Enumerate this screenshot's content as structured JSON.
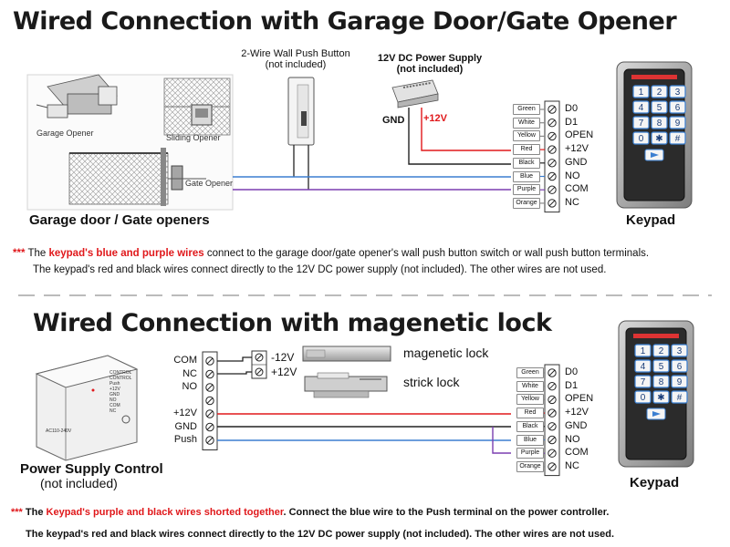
{
  "top": {
    "title": "Wired Connection with Garage Door/Gate Opener",
    "push_button": {
      "line1": "2-Wire Wall Push Button",
      "line2": "(not included)"
    },
    "power_supply": {
      "line1": "12V DC Power Supply",
      "line2": "(not included)"
    },
    "gnd_label": "GND",
    "v12_label": "+12V",
    "garage_opener": "Garage Opener",
    "sliding_opener": "Sliding Opener",
    "gate_opener": "Gate Opener",
    "caption": "Garage door / Gate openers",
    "keypad_caption": "Keypad",
    "wires": [
      "Green",
      "White",
      "Yellow",
      "Red",
      "Black",
      "Blue",
      "Purple",
      "Orange"
    ],
    "terminals": [
      "D0",
      "D1",
      "OPEN",
      "+12V",
      "GND",
      "NO",
      "COM",
      "NC"
    ],
    "note": {
      "stars": "***",
      "the": "The",
      "highlight": "keypad's blue and purple wires",
      "rest": "connect to the garage door/gate opener's wall push button switch or wall push button terminals.",
      "line2": "The keypad's red and black wires connect directly to the 12V DC power supply (not included). The other wires are not used."
    }
  },
  "bottom": {
    "title": "Wired Connection with magenetic lock",
    "psc_terminals": [
      "COM",
      "NC",
      "NO",
      "",
      "+12V",
      "GND",
      "Push"
    ],
    "lock_minus": "-12V",
    "lock_plus": "+12V",
    "mag_lock": "magenetic lock",
    "strick_lock": "strick lock",
    "psc_caption": "Power Supply Control",
    "psc_sub": "(not included)",
    "psc_device_text": [
      "CONTROL",
      "CONTROL",
      "Push",
      "+12V",
      "GND",
      "NO",
      "COM",
      "NC"
    ],
    "psc_model": "AC110-240V",
    "keypad_caption": "Keypad",
    "wires": [
      "Green",
      "White",
      "Yellow",
      "Red",
      "Black",
      "Blue",
      "Purple",
      "Orange"
    ],
    "terminals": [
      "D0",
      "D1",
      "OPEN",
      "+12V",
      "GND",
      "NO",
      "COM",
      "NC"
    ],
    "note": {
      "stars": "***",
      "the": "The",
      "highlight": "Keypad's purple and black wires shorted together",
      "rest": ". Connect the blue wire to the Push terminal on the power controller.",
      "line2": "The keypad's red and black wires connect directly to the 12V DC power supply (not included). The other wires are not used."
    }
  },
  "keypad_keys": [
    "1",
    "2",
    "3",
    "4",
    "5",
    "6",
    "7",
    "8",
    "9",
    "0",
    "✱",
    "#"
  ],
  "colors": {
    "red_wire": "#e0181b",
    "black_wire": "#222222",
    "blue_wire": "#3b7fd1",
    "purple_wire": "#7b3fb0",
    "note_red": "#e0181b",
    "divider": "#bbbbbb"
  }
}
